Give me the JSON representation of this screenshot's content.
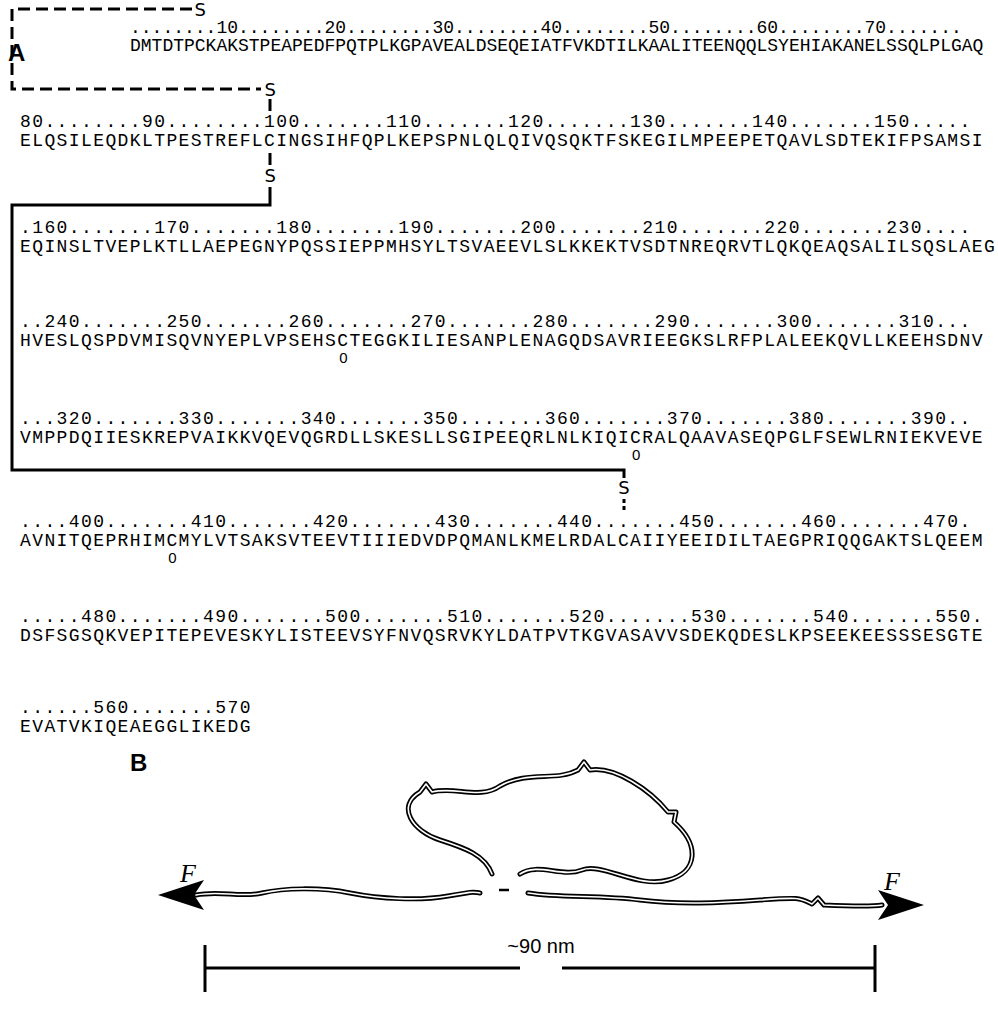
{
  "diagram": {
    "labels": [
      "A",
      "S",
      "........10........20........30........40........50........60........70.......",
      "DMTDTPCKAKSTPEAPEDFPQTPLKGPAVEALDSEQEIATFVKDTILKAALITEENQQLSYEHIAKANELSSQLPLGAQ",
      "S",
      "80........90........100.......110.......120.......130.......140.......150.....",
      "ELQSILEQDKLTPESTREFLCINGSIHFQPLKEPSPNLQLQIVQSQKTFSKEGILMPEEPETQAVLSDTEKIFPSAMSI",
      "S",
      ".160.......170.......180.......190.......200.......210.......220.......230....",
      "EQINSLTVEPLKTLLAEPEGNYPQSSIEPPMHSYLTSVAEEVLSLKKEKTVSDTNREQRVTLQKQEAQSALILSQSLAEG",
      "..240.......250.......260.......270.......280.......290.......300.......310...",
      "HVESLQSPDVMISQVNYEPLVPSEHSCTEGGKILIESANPLENAGQDSAVRIEEGKSLRFPLALEEKQVLLKEEHSDNV",
      "0",
      "...320.......330.......340.......350.......360.......370.......380.......390..",
      "VMPPDQIIESKREPVAIKKVQEVQGRDLLSKESLLSGIPEEQRLNLKIQICRALQAAVASEQPGLFSEWLRNIEKVEVE",
      "0",
      "S",
      "....400.......410.......420.......430.......440.......450.......460.......470.",
      "AVNITQEPRHIMCMYLVTSAKSVTEEVTIIIEDVDPQMANLKMELRDALCAIIYEEIDILTAEGPRIQQGAKTSLQEEM",
      "0",
      ".....480.......490.......500.......510.......520.......530.......540.......550.",
      "DSFSGSQKVEPITEPEVESKYLISTEEVSYFNVQSRVKYLDATPVTKGVASAVVSDEKQDESLKPSEEKEESSSESGTE",
      "......560.......570",
      "EVATVKIQEAEGGLIKEDG",
      "B",
      "F",
      "F",
      "~90 nm"
    ]
  }
}
